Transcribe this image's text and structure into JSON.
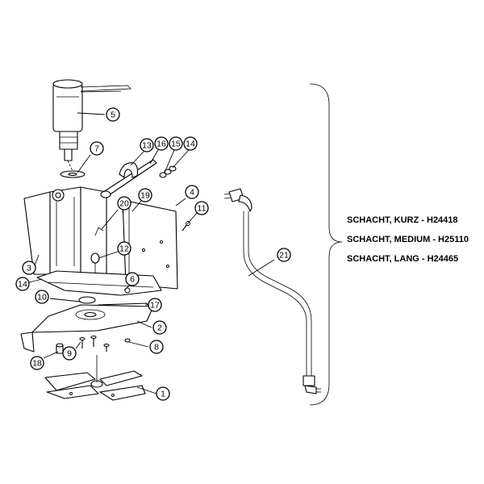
{
  "callouts": [
    {
      "id": "callout-1",
      "label": "1"
    },
    {
      "id": "callout-2",
      "label": "2"
    },
    {
      "id": "callout-3",
      "label": "3"
    },
    {
      "id": "callout-4",
      "label": "4"
    },
    {
      "id": "callout-5",
      "label": "5"
    },
    {
      "id": "callout-6",
      "label": "6"
    },
    {
      "id": "callout-7",
      "label": "7"
    },
    {
      "id": "callout-8",
      "label": "8"
    },
    {
      "id": "callout-9",
      "label": "9"
    },
    {
      "id": "callout-10",
      "label": "10"
    },
    {
      "id": "callout-11",
      "label": "11"
    },
    {
      "id": "callout-12",
      "label": "12"
    },
    {
      "id": "callout-13",
      "label": "13"
    },
    {
      "id": "callout-14a",
      "label": "14"
    },
    {
      "id": "callout-14b",
      "label": "14"
    },
    {
      "id": "callout-15",
      "label": "15"
    },
    {
      "id": "callout-16",
      "label": "16"
    },
    {
      "id": "callout-17",
      "label": "17"
    },
    {
      "id": "callout-18",
      "label": "18"
    },
    {
      "id": "callout-19",
      "label": "19"
    },
    {
      "id": "callout-20",
      "label": "20"
    },
    {
      "id": "callout-21",
      "label": "21"
    }
  ],
  "shaft_variants": [
    {
      "label": "SCHACHT, KURZ - H24418"
    },
    {
      "label": "SCHACHT, MEDIUM - H25110"
    },
    {
      "label": "SCHACHT, LANG - H24465"
    }
  ]
}
